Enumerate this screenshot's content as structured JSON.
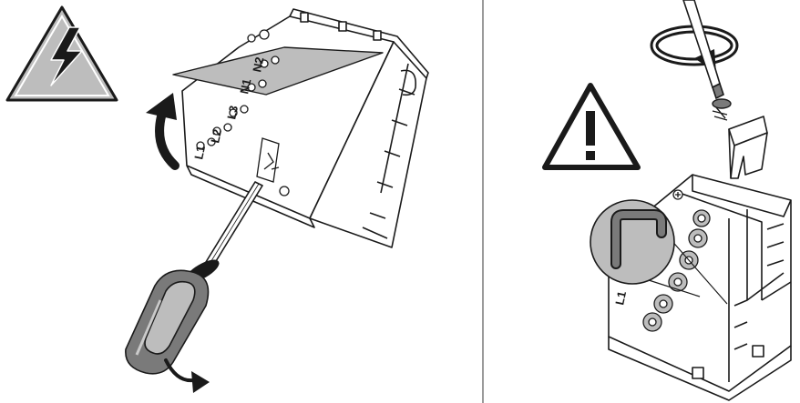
{
  "left_panel": {
    "terminal_labels": {
      "l1": "L1",
      "l2": "L2",
      "l3": "L3",
      "n1": "N1",
      "n2": "N2"
    }
  },
  "right_panel": {
    "terminal_labels": {
      "l1": "L1"
    }
  },
  "colors": {
    "line": "#1a1a1a",
    "grey_fill": "#bdbdbd",
    "dark_grey": "#7a7a7a",
    "divider": "#9a9a9a"
  },
  "icons": [
    "electric-hazard-warning-icon",
    "general-warning-icon",
    "screwdriver-icon",
    "rotate-arrow-icon"
  ]
}
